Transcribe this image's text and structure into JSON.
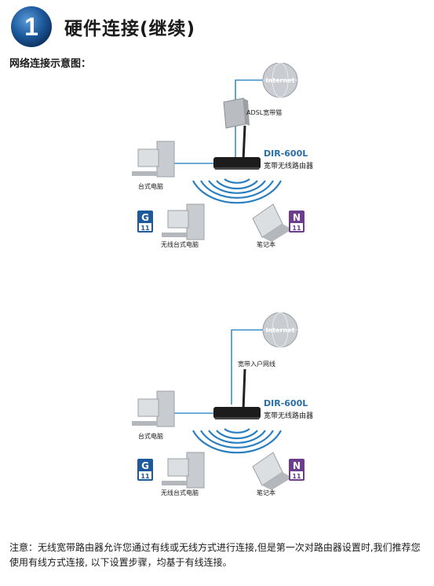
{
  "header": {
    "step_number": "1",
    "title": "硬件连接(继续)"
  },
  "subtitle": "网络连接示意图：",
  "diagram1": {
    "internet": "Internet",
    "modem_label": "ADSL宽带猫",
    "router_model": "DIR-600L",
    "router_label": "宽带无线路由器",
    "desktop_label": "台式电脑",
    "wireless_desktop_label": "无线台式电脑",
    "laptop_label": "笔记本",
    "badge_g": {
      "letter": "G",
      "number": "11"
    },
    "badge_n": {
      "letter": "N",
      "number": "11"
    }
  },
  "diagram2": {
    "internet": "Internet",
    "broadband_label": "宽带入户网线",
    "router_model": "DIR-600L",
    "router_label": "宽带无线路由器",
    "desktop_label": "台式电脑",
    "wireless_desktop_label": "无线台式电脑",
    "laptop_label": "笔记本",
    "badge_g": {
      "letter": "G",
      "number": "11"
    },
    "badge_n": {
      "letter": "N",
      "number": "11"
    }
  },
  "note": "注意：无线宽带路由器允许您通过有线或无线方式进行连接,但是第一次对路由器设置时,我们推荐您使用有线方式连接, 以下设置步骤，均基于有线连接。",
  "colors": {
    "blue": "#1d5a9c",
    "link_blue": "#2a6ea6",
    "badge_purple": "#6b3d8c"
  }
}
